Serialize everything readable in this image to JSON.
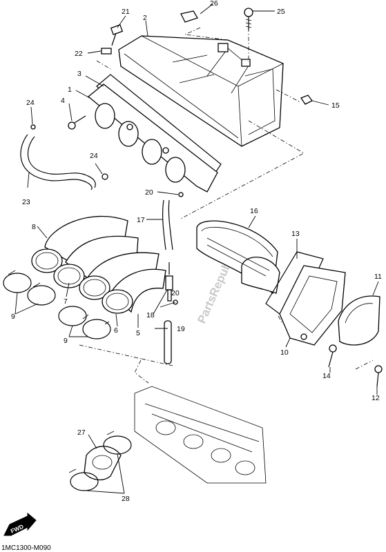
{
  "diagram_code": "1MC1300-M090",
  "watermark": "PartsRepublik",
  "fwd_label": "FWD",
  "callouts": [
    {
      "id": "c1",
      "label": "1"
    },
    {
      "id": "c2",
      "label": "2"
    },
    {
      "id": "c3",
      "label": "3"
    },
    {
      "id": "c4",
      "label": "4"
    },
    {
      "id": "c5",
      "label": "5"
    },
    {
      "id": "c6",
      "label": "6"
    },
    {
      "id": "c7",
      "label": "7"
    },
    {
      "id": "c8",
      "label": "8"
    },
    {
      "id": "c9a",
      "label": "9"
    },
    {
      "id": "c9b",
      "label": "9"
    },
    {
      "id": "c10",
      "label": "10"
    },
    {
      "id": "c11",
      "label": "11"
    },
    {
      "id": "c12",
      "label": "12"
    },
    {
      "id": "c13",
      "label": "13"
    },
    {
      "id": "c14",
      "label": "14"
    },
    {
      "id": "c15",
      "label": "15"
    },
    {
      "id": "c16",
      "label": "16"
    },
    {
      "id": "c17",
      "label": "17"
    },
    {
      "id": "c18",
      "label": "18"
    },
    {
      "id": "c19",
      "label": "19"
    },
    {
      "id": "c20a",
      "label": "20"
    },
    {
      "id": "c20b",
      "label": "20"
    },
    {
      "id": "c21",
      "label": "21"
    },
    {
      "id": "c22",
      "label": "22"
    },
    {
      "id": "c23",
      "label": "23"
    },
    {
      "id": "c24a",
      "label": "24"
    },
    {
      "id": "c24b",
      "label": "24"
    },
    {
      "id": "c25",
      "label": "25"
    },
    {
      "id": "c26",
      "label": "26"
    },
    {
      "id": "c27",
      "label": "27"
    },
    {
      "id": "c28",
      "label": "28"
    }
  ]
}
